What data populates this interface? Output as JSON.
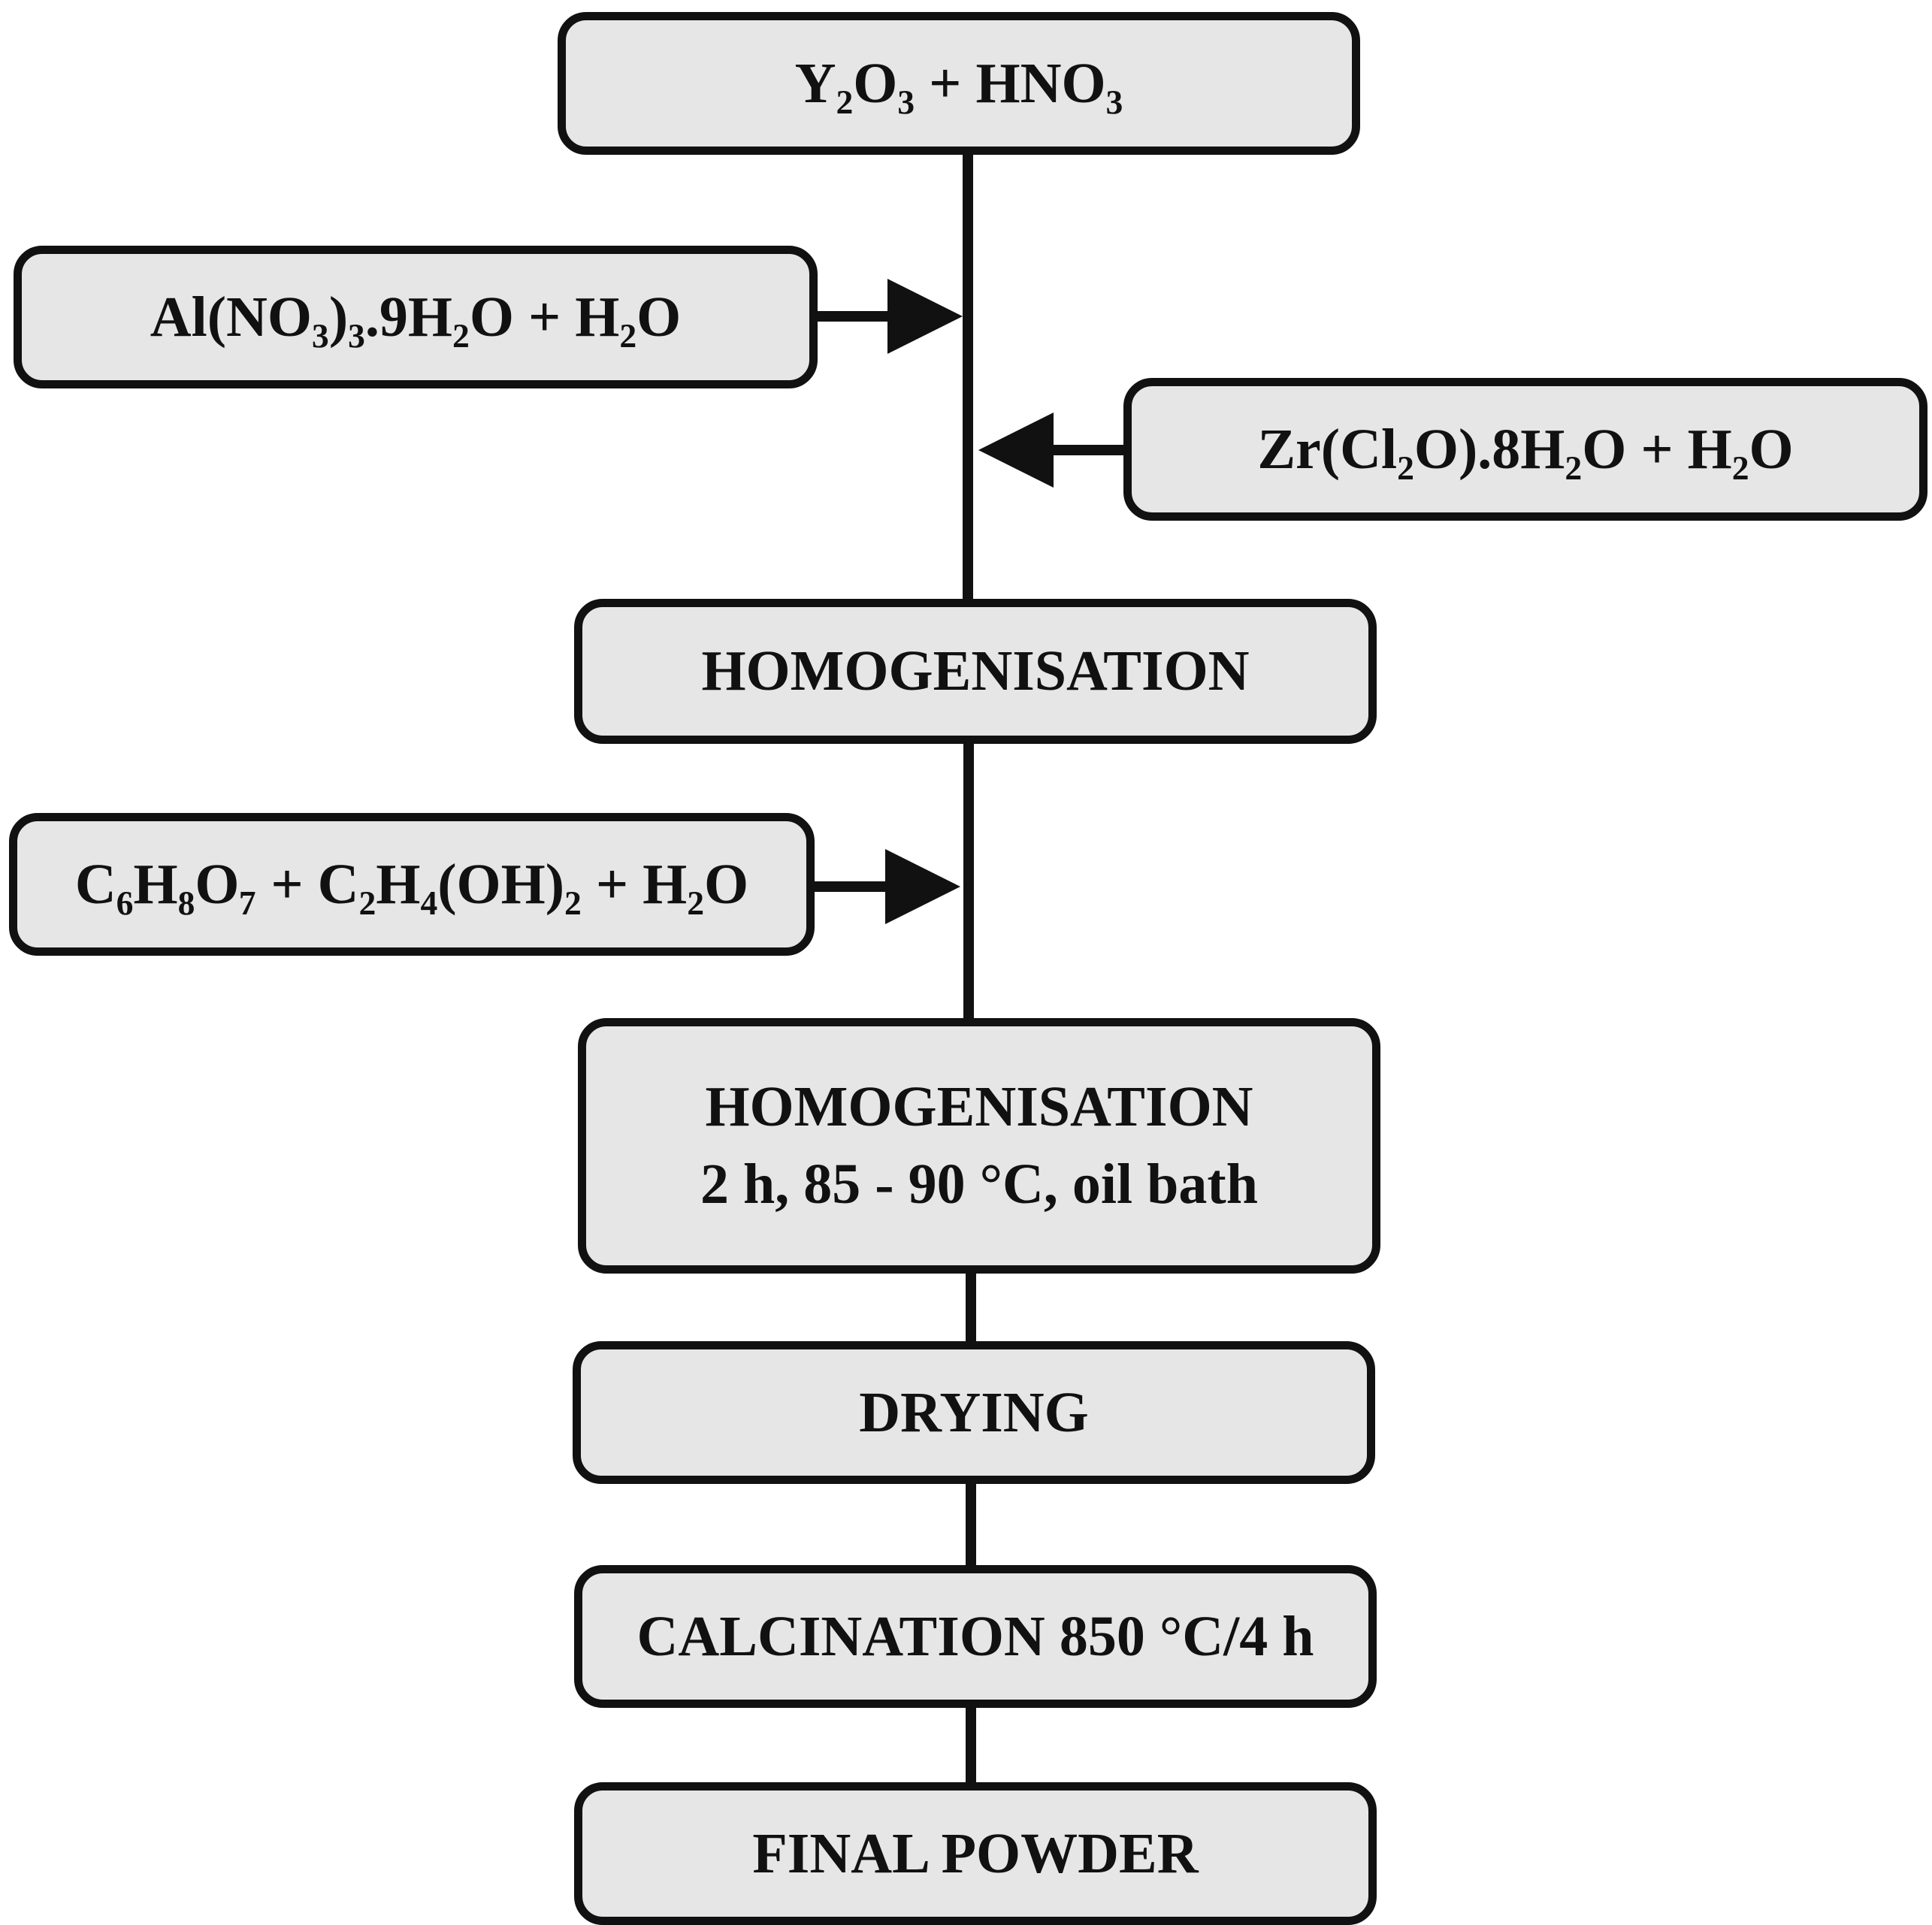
{
  "steps": {
    "y2o3_hno3": "Y₂O₃ + HNO₃",
    "al_nitrate": "Al(NO₃)₃.9H₂O + H₂O",
    "zr_salt": "Zr(Cl₂O).8H₂O + H₂O",
    "homogenisation_1": "HOMOGENISATION",
    "citric_glycol": "C₆H₈O₇ + C₂H₄(OH)₂ + H₂O",
    "homogenisation_2_title": "HOMOGENISATION",
    "homogenisation_2_conditions": "2 h, 85 - 90 °C, oil bath",
    "drying": "DRYING",
    "calcination": "CALCINATION 850 °C/4 h",
    "final_powder": "FINAL POWDER"
  }
}
